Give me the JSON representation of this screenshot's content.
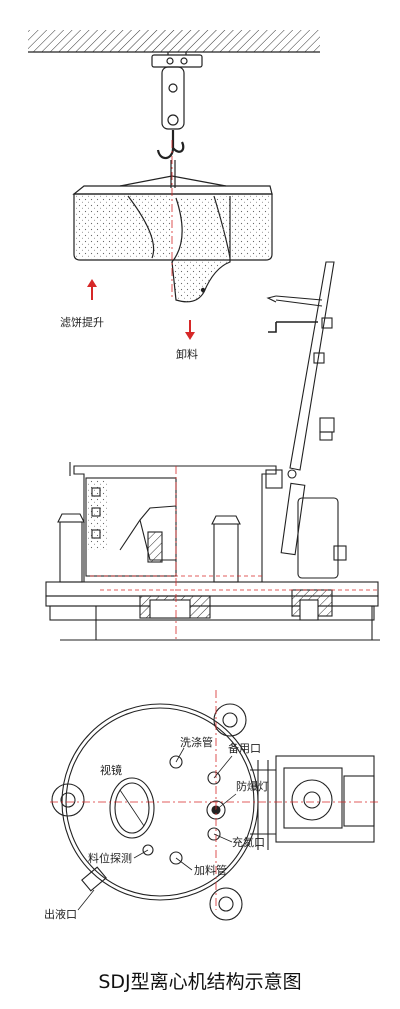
{
  "labels": {
    "cake_lift": "滤饼提升",
    "discharge": "卸料",
    "wash_pipe": "洗涤管",
    "spare_port": "备用口",
    "sight_glass": "视镜",
    "explosion_lamp": "防爆灯",
    "nitrogen_port": "充氮口",
    "level_probe": "料位探测",
    "feed_pipe": "加料管",
    "outlet": "出液口"
  },
  "caption": "SDJ型离心机结构示意图",
  "colors": {
    "line": "#222222",
    "accent": "#d62828",
    "hatch": "#555555"
  }
}
